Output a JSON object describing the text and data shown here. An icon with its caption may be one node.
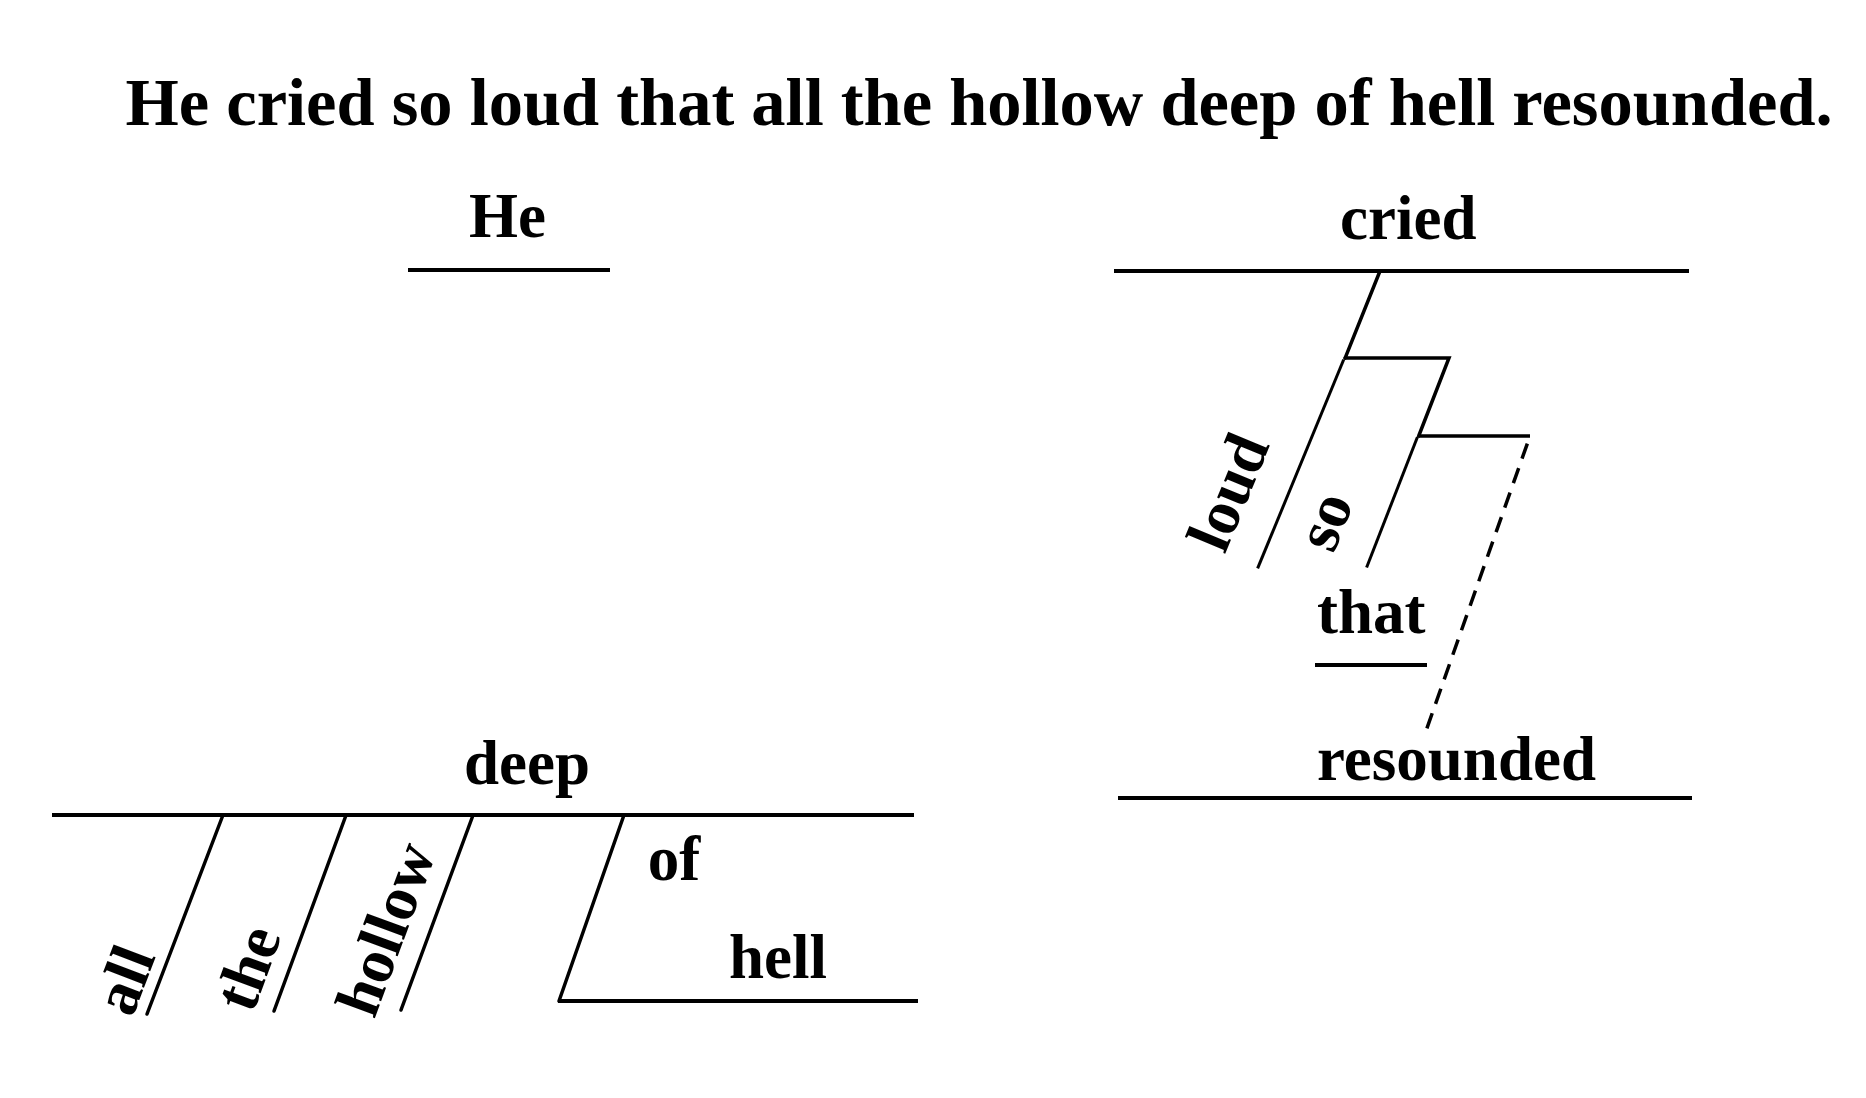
{
  "diagram": {
    "title": "He cried so loud that all the hollow deep of hell resounded.",
    "nodes": [
      {
        "text": [
          "He"
        ]
      },
      {
        "text": [
          "cried"
        ]
      },
      {
        "text": [
          "loud"
        ]
      },
      {
        "text": [
          "so"
        ]
      },
      {
        "text": [
          "that"
        ]
      },
      {
        "text": [
          "resounded"
        ]
      },
      {
        "text": [
          "deep"
        ]
      },
      {
        "text": [
          "all"
        ]
      },
      {
        "text": [
          "the"
        ]
      },
      {
        "text": [
          "hollow"
        ]
      },
      {
        "text": [
          "hell"
        ]
      }
    ],
    "edges": [
      {
        "from": 1,
        "to": 2,
        "arrow": "none"
      },
      {
        "from": 2,
        "to": 3,
        "arrow": "none"
      },
      {
        "from": 3,
        "to": 5,
        "arrow": "none",
        "style": "dashed"
      },
      {
        "from": 6,
        "to": 7,
        "arrow": "none"
      },
      {
        "from": 6,
        "to": 8,
        "arrow": "none"
      },
      {
        "from": 6,
        "to": 9,
        "arrow": "none"
      },
      {
        "from": 6,
        "to": 10,
        "arrow": "none",
        "label": "of"
      }
    ]
  }
}
